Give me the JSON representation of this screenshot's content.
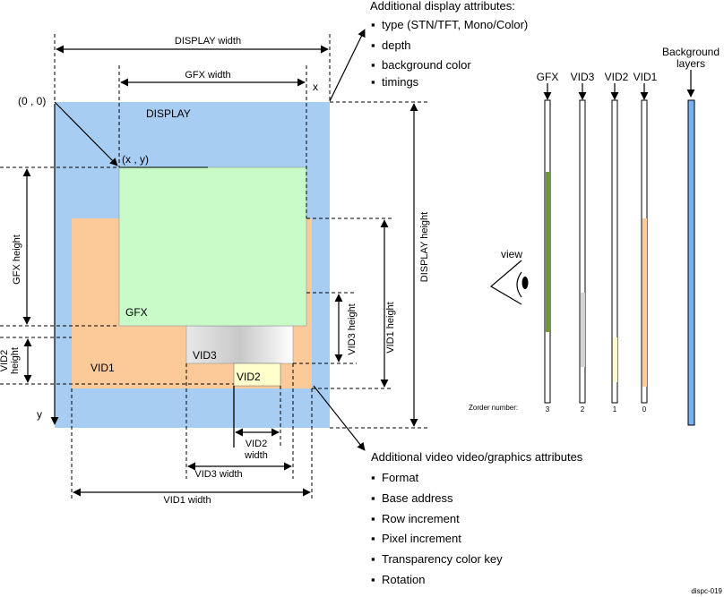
{
  "labels": {
    "display_width": "DISPLAY width",
    "gfx_width": "GFX width",
    "x_axis": "x",
    "origin": "(0 , 0)",
    "display": "DISPLAY",
    "xy": "(x , y)",
    "gfx_height": "GFX  height",
    "display_height": "DISPLAY height",
    "vid1_height": "VID1 height",
    "vid3_height": "VID3 height",
    "gfx": "GFX",
    "vid3": "VID3",
    "vid1": "VID1",
    "vid2": "VID2",
    "vid2_height_l1": "VID2",
    "vid2_height_l2": "height",
    "y_axis": "y",
    "vid2_width_l1": "VID2",
    "vid2_width_l2": "width",
    "vid3_width": "VID3 width",
    "vid1_width": "VID1 width"
  },
  "display_attributes": {
    "title": "Additional display attributes:",
    "items": [
      "type (STN/TFT, Mono/Color)",
      "depth",
      "background color",
      "timings"
    ]
  },
  "video_attributes": {
    "title": "Additional video video/graphics attributes",
    "items": [
      "Format",
      "Base address",
      "Row increment",
      "Pixel increment",
      "Transparency color key",
      "Rotation"
    ]
  },
  "layers": {
    "view": "view",
    "background_l1": "Background",
    "background_l2": "layers",
    "columns": [
      {
        "name": "GFX",
        "zorder": "3",
        "color": "#6f9a33"
      },
      {
        "name": "VID3",
        "zorder": "2",
        "color": "#d2d2d2"
      },
      {
        "name": "VID2",
        "zorder": "1",
        "color": "#fffacc"
      },
      {
        "name": "VID1",
        "zorder": "0",
        "color": "#fcc998"
      }
    ],
    "background_color": "#77b1ef",
    "zorder_label": "Zorder number:"
  },
  "footer_id": "dispc-019",
  "colors": {
    "display": "#a7cdf3",
    "vid1": "#fcc998",
    "gfx": "#c9fbc9",
    "vid2": "#ffffcc"
  }
}
